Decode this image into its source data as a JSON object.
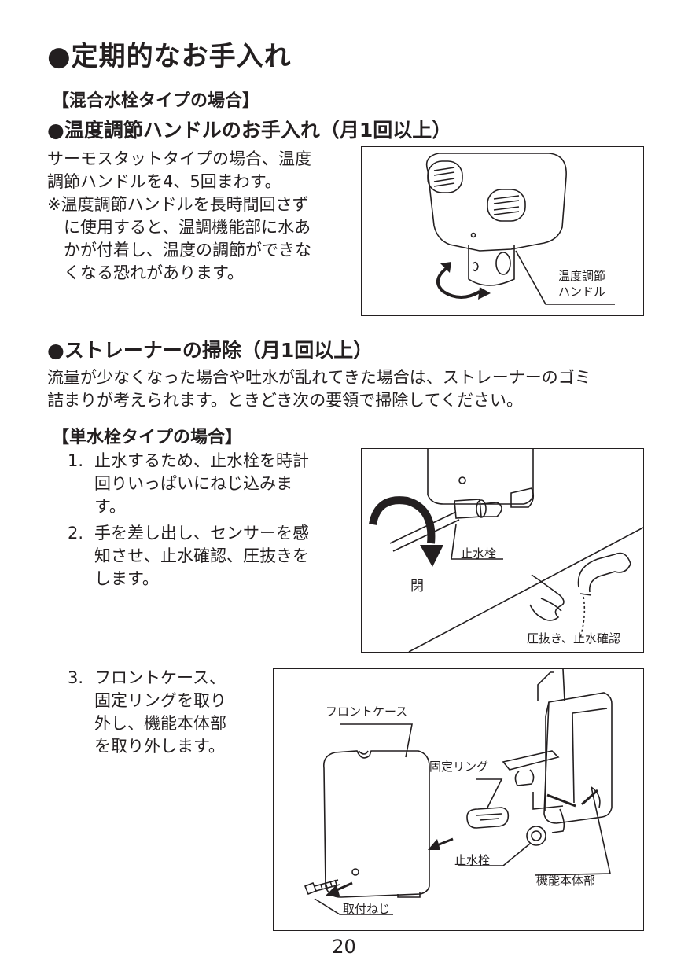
{
  "title": "●定期的なお手入れ",
  "mixed_heading": "【混合水栓タイプの場合】",
  "temp_section": {
    "heading": "●温度調節ハンドルのお手入れ（月1回以上）",
    "lines": [
      "サーモスタットタイプの場合、温度",
      "調節ハンドルを4、5回まわす。",
      "※温度調節ハンドルを長時間回さず",
      "　に使用すると、温調機能部に水あ",
      "　かが付着し、温度の調節ができな",
      "　くなる恐れがあります。"
    ],
    "figure_label_line1": "温度調節",
    "figure_label_line2": "ハンドル"
  },
  "strainer_section": {
    "heading": "●ストレーナーの掃除（月1回以上）",
    "lines": [
      "流量が少なくなった場合や吐水が乱れてきた場合は、ストレーナーのゴミ",
      "詰まりが考えられます。ときどき次の要領で掃除してください。"
    ],
    "single_heading": "【単水栓タイプの場合】",
    "steps": [
      {
        "num": "1.",
        "lines": [
          "止水するため、止水栓を時計",
          "回りいっぱいにねじ込みま",
          "す。"
        ]
      },
      {
        "num": "2.",
        "lines": [
          "手を差し出し、センサーを感",
          "知させ、止水確認、圧抜きを",
          "します。"
        ]
      },
      {
        "num": "3.",
        "lines": [
          "フロントケース、",
          "固定リングを取り",
          "外し、機能本体部",
          "を取り外します。"
        ]
      }
    ],
    "fig2_labels": {
      "stop_valve": "止水栓",
      "close": "閉",
      "pressure_release": "圧抜き、止水確認"
    },
    "fig3_labels": {
      "front_case": "フロントケース",
      "fixing_ring": "固定リング",
      "stop_valve": "止水栓",
      "function_body": "機能本体部",
      "mounting_screw": "取付ねじ"
    }
  },
  "page_number": "20"
}
